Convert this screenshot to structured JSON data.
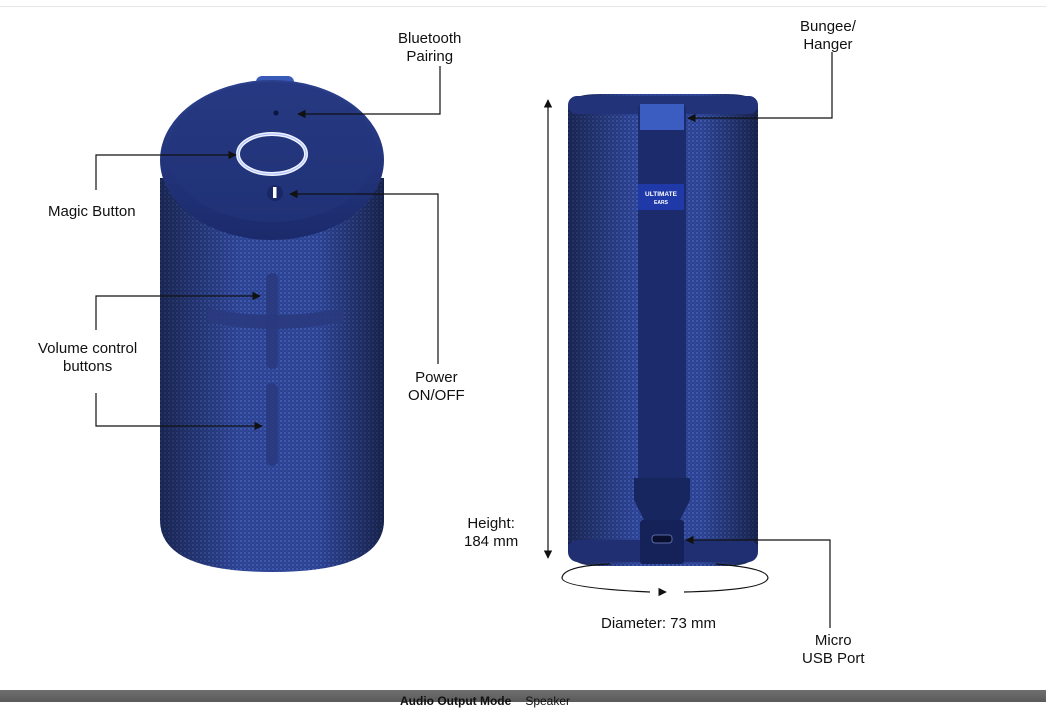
{
  "labels": {
    "bluetooth": [
      "Bluetooth",
      "Pairing"
    ],
    "magic": "Magic Button",
    "volume": [
      "Volume control",
      "buttons"
    ],
    "power": [
      "Power",
      "ON/OFF"
    ],
    "bungee": [
      "Bungee/",
      "Hanger"
    ],
    "height": [
      "Height:",
      "184 mm"
    ],
    "diameter": "Diameter: 73 mm",
    "usb": [
      "Micro",
      "USB Port"
    ]
  },
  "brand_badge": [
    "ULTIMATE",
    "EARS"
  ],
  "footer": {
    "label": "Audio Output Mode",
    "value": "Speaker"
  },
  "colors": {
    "speaker_blue": "#2a3f8f",
    "speaker_dark": "#1a2766",
    "ring": "#dfe6ff",
    "badge": "#1f3aa8"
  }
}
